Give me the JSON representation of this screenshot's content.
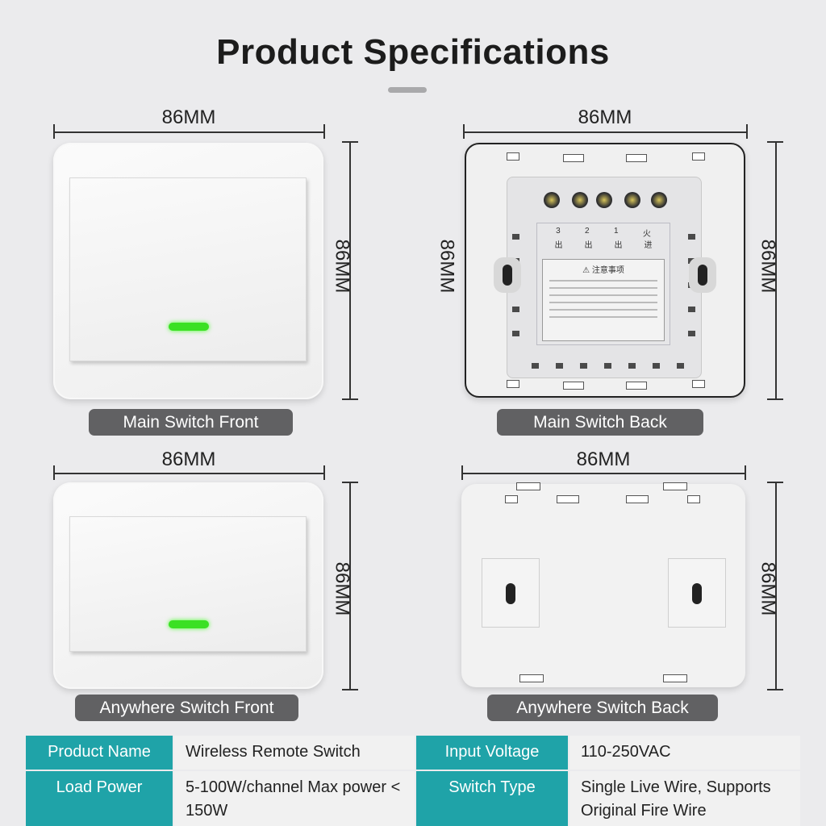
{
  "title": "Product Specifications",
  "dimensions": {
    "main_front": {
      "width": "86MM",
      "height": "86MM"
    },
    "main_back": {
      "width": "86MM",
      "height": "86MM",
      "left_height": "86MM"
    },
    "anywhere_front": {
      "width": "86MM",
      "height": "86MM"
    },
    "anywhere_back": {
      "width": "86MM",
      "height": "86MM"
    }
  },
  "labels": {
    "main_front": "Main Switch Front",
    "main_back": "Main Switch Back",
    "anywhere_front": "Anywhere Switch Front",
    "anywhere_back": "Anywhere Switch Back"
  },
  "back_sticker": {
    "terminals": [
      "3",
      "2",
      "1",
      "火"
    ],
    "terminal_sub": [
      "出",
      "出",
      "出",
      "进"
    ],
    "warning_title": "注意事项"
  },
  "specs": [
    {
      "header": "Product Name",
      "value": "Wireless Remote Switch"
    },
    {
      "header": "Input Voltage",
      "value": "110-250VAC"
    },
    {
      "header": "Load Power",
      "value": "5-100W/channel Max power < 150W"
    },
    {
      "header": "Switch Type",
      "value": "Single Live Wire, Supports Original Fire Wire"
    }
  ],
  "colors": {
    "accent": "#1fa3a8",
    "label_bg": "#616163",
    "led": "#3be024"
  }
}
